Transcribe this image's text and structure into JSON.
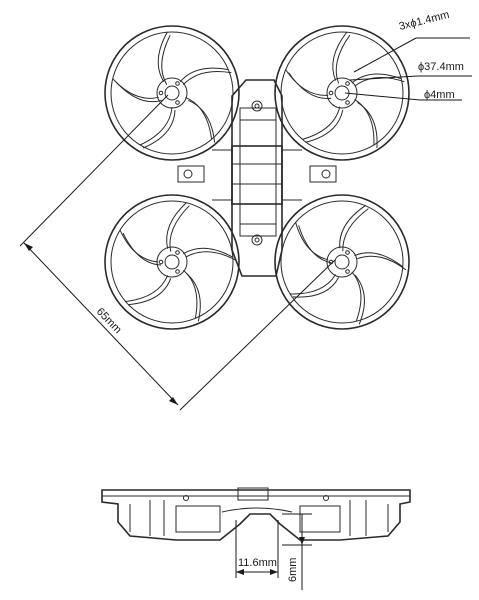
{
  "top_view": {
    "labels": {
      "mount_holes": "3xϕ1.4mm",
      "guard_diameter": "ϕ37.4mm",
      "shaft_hole": "ϕ4mm",
      "diagonal": "65mm"
    }
  },
  "side_view": {
    "labels": {
      "width": "11.6mm",
      "height": "6mm"
    }
  },
  "colors": {
    "line": "#2a2a2a",
    "background": "#ffffff"
  }
}
